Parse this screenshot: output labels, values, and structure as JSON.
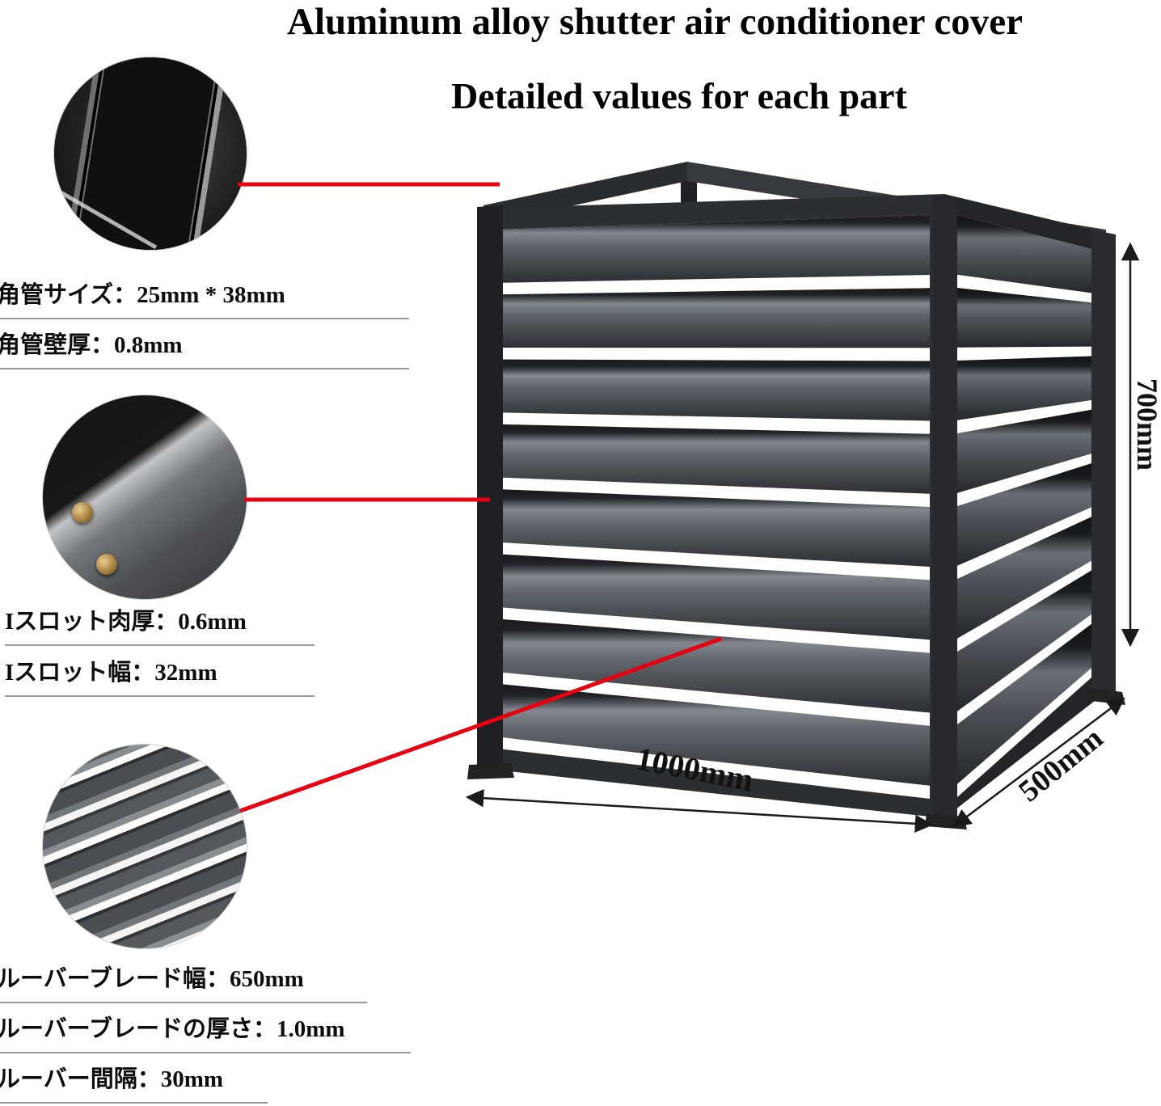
{
  "header": {
    "title": "Aluminum alloy shutter air conditioner cover",
    "subtitle": "Detailed values for each part"
  },
  "specs": {
    "tube_size": "角管サイズ：25mm * 38mm",
    "tube_wall_thickness": "角管壁厚：0.8mm",
    "slot_wall_thickness": "Iスロット肉厚：0.6mm",
    "slot_width": "Iスロット幅：32mm",
    "louver_blade_width": "ルーバーブレード幅：650mm",
    "louver_blade_thickness": "ルーバーブレードの厚さ：1.0mm",
    "louver_spacing": "ルーバー間隔：30mm"
  },
  "dimensions": {
    "height": "700mm",
    "width": "1000mm",
    "depth": "500mm"
  },
  "colors": {
    "accent_red": "#e60012",
    "frame_dark": "#2c2f32",
    "dimension_line": "#1a1a1a"
  }
}
